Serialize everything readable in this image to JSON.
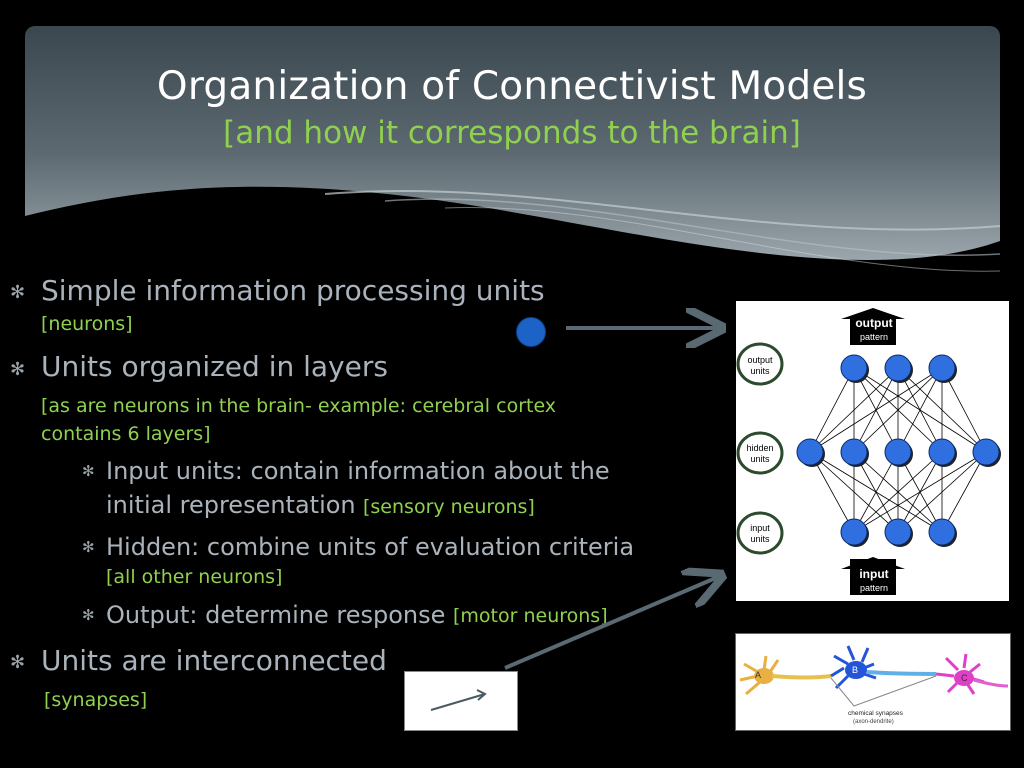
{
  "slide": {
    "title": "Organization of Connectivist Models",
    "subtitle": "[and how it corresponds to the brain]"
  },
  "bullets": {
    "b1": {
      "text": "Simple information processing units",
      "note": "[neurons]"
    },
    "b2": {
      "text": "Units organized in layers",
      "note_line1": "[as are neurons in the brain- example: cerebral cortex",
      "note_line2": "contains 6 layers]"
    },
    "b2_sub1": {
      "line1": "Input units: contain information about the",
      "line2": "initial representation",
      "note": "[sensory neurons]"
    },
    "b2_sub2": {
      "text": "Hidden: combine units of evaluation criteria",
      "note": "[all other neurons]"
    },
    "b2_sub3": {
      "text": "Output: determine response",
      "note": "[motor neurons]"
    },
    "b3": {
      "text": "Units are interconnected",
      "note": "[synapses]"
    }
  },
  "network_diagram": {
    "output_label": "output",
    "output_sub": "pattern",
    "input_label": "input",
    "input_sub": "pattern",
    "layer_output": "output\nunits",
    "layer_hidden": "hidden\nunits",
    "layer_input": "input\nunits"
  },
  "neuron_image": {
    "label_a": "A",
    "label_b": "B",
    "label_c": "C",
    "caption_line1": "chemical synapses",
    "caption_line2": "(axon-dendrite)"
  },
  "colors": {
    "accent_green": "#8fd14f",
    "node_blue": "#2f6fe0",
    "header_top": "#3d4a52",
    "header_bottom": "#8e9aa0"
  }
}
